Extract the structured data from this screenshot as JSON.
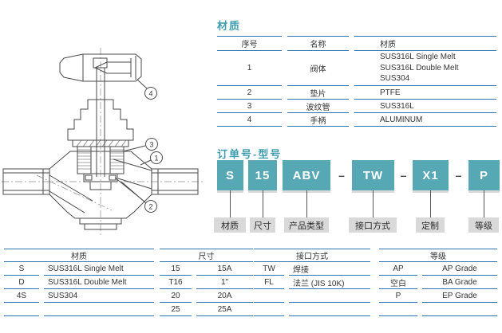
{
  "colors": {
    "accent_teal": "#3E9DAE",
    "code_block_teal": "#57A8B5",
    "table_line_blue": "#2E74B5",
    "label_gray": "#D9D9D9"
  },
  "drawing": {
    "callouts": {
      "c1": "1",
      "c2": "2",
      "c3": "3",
      "c4": "4"
    }
  },
  "material_table": {
    "title": "材质",
    "headers": {
      "no": "序号",
      "name": "名称",
      "material": "材质"
    },
    "rows": [
      {
        "no": "1",
        "name": "阀体",
        "materials": [
          "SUS316L Single Melt",
          "SUS316L Double Melt",
          "SUS304"
        ]
      },
      {
        "no": "2",
        "name": "垫片",
        "material": "PTFE"
      },
      {
        "no": "3",
        "name": "波纹管",
        "material": "SUS316L"
      },
      {
        "no": "4",
        "name": "手柄",
        "material": "ALUMINUM"
      }
    ]
  },
  "order_code": {
    "title": "订单号-型号",
    "separator": "–",
    "segments": [
      {
        "code": "S",
        "label": "材质"
      },
      {
        "code": "15",
        "label": "尺寸"
      },
      {
        "code": "ABV",
        "label": "产品类型"
      },
      {
        "code": "TW",
        "label": "接口方式"
      },
      {
        "code": "X1",
        "label": "定制"
      },
      {
        "code": "P",
        "label": "等级"
      }
    ]
  },
  "lookup_tables": {
    "material": {
      "title": "材质",
      "rows": [
        [
          "S",
          "SUS316L Single Melt"
        ],
        [
          "D",
          "SUS316L Double Melt"
        ],
        [
          "4S",
          "SUS304"
        ],
        [
          "",
          ""
        ]
      ]
    },
    "size": {
      "title": "尺寸",
      "rows": [
        [
          "15",
          "15A"
        ],
        [
          "T16",
          "1\""
        ],
        [
          "20",
          "20A"
        ],
        [
          "25",
          "25A"
        ]
      ]
    },
    "connection": {
      "title": "接口方式",
      "rows": [
        [
          "TW",
          "焊接"
        ],
        [
          "FL",
          "法兰 (JIS 10K)"
        ],
        [
          "",
          ""
        ],
        [
          "",
          ""
        ]
      ]
    },
    "grade": {
      "title": "等级",
      "rows": [
        [
          "AP",
          "AP Grade"
        ],
        [
          "空白",
          "BA Grade"
        ],
        [
          "P",
          "EP Grade"
        ],
        [
          "",
          ""
        ]
      ]
    }
  }
}
